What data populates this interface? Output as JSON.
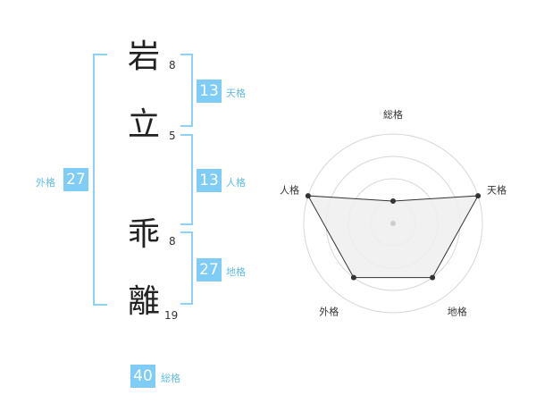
{
  "name": {
    "chars": [
      {
        "char": "岩",
        "strokes": "8"
      },
      {
        "char": "立",
        "strokes": "5"
      },
      {
        "char": "乖",
        "strokes": "8"
      },
      {
        "char": "離",
        "strokes": "19"
      }
    ]
  },
  "fortunes": {
    "tenkaku": {
      "value": "13",
      "label": "天格"
    },
    "jinkaku": {
      "value": "13",
      "label": "人格"
    },
    "chikaku": {
      "value": "27",
      "label": "地格"
    },
    "gaikaku": {
      "value": "27",
      "label": "外格"
    },
    "soukaku": {
      "value": "40",
      "label": "総格"
    }
  },
  "chart_data": {
    "type": "radar",
    "axes": [
      "総格",
      "天格",
      "地格",
      "外格",
      "人格"
    ],
    "values": [
      0.25,
      1.0,
      0.75,
      0.75,
      1.0
    ],
    "rings": 4
  }
}
